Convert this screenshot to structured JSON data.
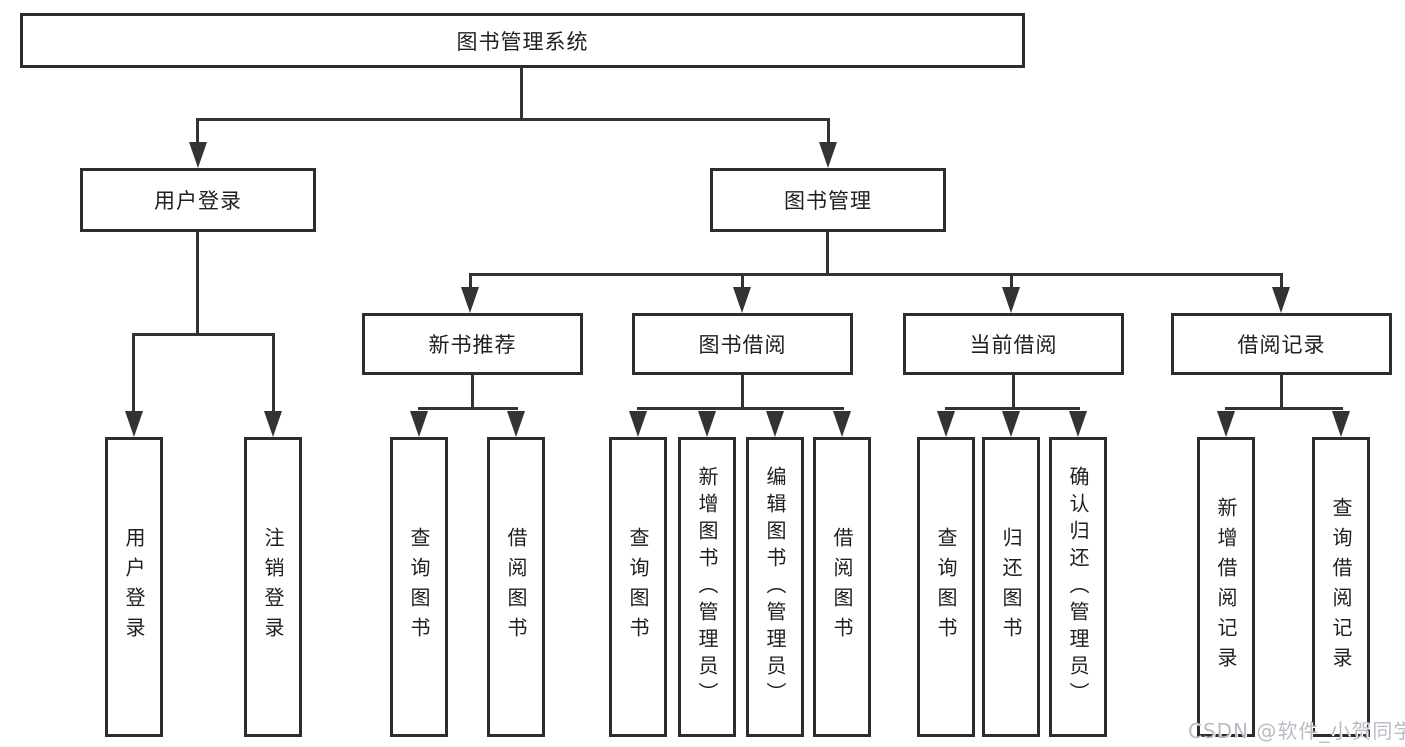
{
  "tree": {
    "root": "图书管理系统",
    "login": {
      "label": "用户登录",
      "leaves": [
        "用户登录",
        "注销登录"
      ]
    },
    "mgmt": {
      "label": "图书管理",
      "groups": [
        {
          "label": "新书推荐",
          "leaves": [
            "查询图书",
            "借阅图书"
          ]
        },
        {
          "label": "图书借阅",
          "leaves": [
            "查询图书",
            "新增图书（管理员）",
            "编辑图书（管理员）",
            "借阅图书"
          ]
        },
        {
          "label": "当前借阅",
          "leaves": [
            "查询图书",
            "归还图书",
            "确认归还（管理员）"
          ]
        },
        {
          "label": "借阅记录",
          "leaves": [
            "新增借阅记录",
            "查询借阅记录"
          ]
        }
      ]
    }
  },
  "watermark": {
    "text": "CSDN @软件_小贺同学"
  },
  "colors": {
    "background": "#ffffff",
    "box_fill": "#ffffff",
    "box_border": "#2d2d2d",
    "line": "#333333",
    "text": "#1f1f1f",
    "watermark": "#b9bdc3"
  }
}
